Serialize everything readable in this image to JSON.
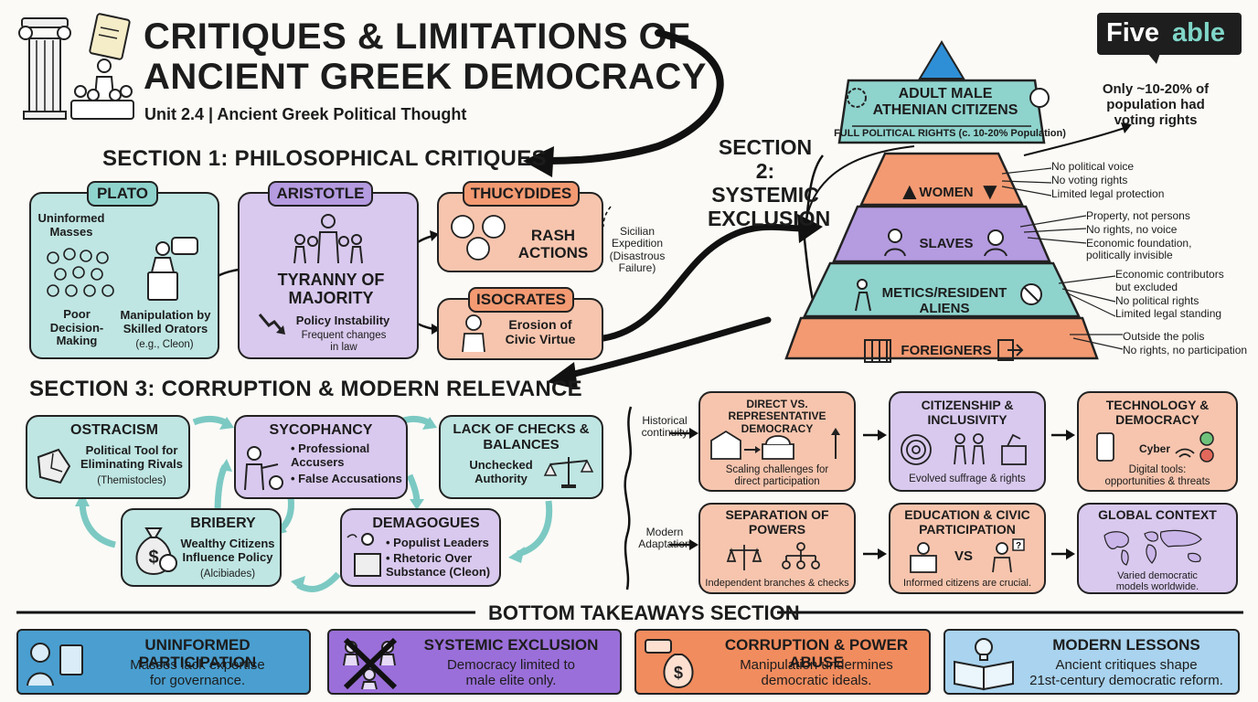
{
  "header": {
    "title_line1": "CRITIQUES & LIMITATIONS OF",
    "title_line2": "ANCIENT GREEK DEMOCRACY",
    "subtitle": "Unit 2.4 | Ancient Greek Political Thought",
    "logo_text_a": "Five",
    "logo_text_b": "able"
  },
  "section1": {
    "title": "SECTION 1: PHILOSOPHICAL CRITIQUES",
    "plato": {
      "tag": "PLATO",
      "masses": "Uninformed\nMasses",
      "poor": "Poor\nDecision-\nMaking",
      "manip": "Manipulation by\nSkilled Orators",
      "example": "(e.g., Cleon)"
    },
    "aristotle": {
      "tag": "ARISTOTLE",
      "tyranny": "TYRANNY OF\nMAJORITY",
      "policy": "Policy Instability",
      "frequent": "Frequent changes\nin law"
    },
    "thucydides": {
      "tag": "THUCYDIDES",
      "rash": "RASH\nACTIONS",
      "sicilian": "Sicilian\nExpedition\n(Disastrous\nFailure)"
    },
    "isocrates": {
      "tag": "ISOCRATES",
      "erosion": "Erosion of\nCivic Virtue"
    }
  },
  "section2": {
    "title": "SECTION 2:\nSYSTEMIC\nEXCLUSION",
    "top_note": "Only ~10-20% of\npopulation had\nvoting rights",
    "citizens": {
      "label": "ADULT MALE\nATHENIAN CITIZENS",
      "sub": "FULL POLITICAL RIGHTS (c. 10-20% Population)"
    },
    "women": {
      "label": "WOMEN",
      "notes": [
        "No political voice",
        "No voting rights",
        "Limited legal protection"
      ]
    },
    "slaves": {
      "label": "SLAVES",
      "notes": [
        "Property, not persons",
        "No rights, no voice",
        "Economic foundation,\npolitically invisible"
      ]
    },
    "metics": {
      "label": "METICS/RESIDENT\nALIENS",
      "notes": [
        "Economic contributors\nbut excluded",
        "No political rights",
        "Limited legal standing"
      ]
    },
    "foreigners": {
      "label": "FOREIGNERS",
      "notes": [
        "Outside the polis",
        "No rights, no participation"
      ]
    }
  },
  "section3": {
    "title": "SECTION 3: CORRUPTION & MODERN RELEVANCE",
    "ostracism": {
      "title": "OSTRACISM",
      "desc": "Political Tool for\nEliminating Rivals",
      "ex": "(Themistocles)"
    },
    "sycophancy": {
      "title": "SYCOPHANCY",
      "items": [
        "• Professional\n  Accusers",
        "• False Accusations"
      ]
    },
    "checks": {
      "title": "LACK OF CHECKS &\nBALANCES",
      "desc": "Unchecked\nAuthority"
    },
    "bribery": {
      "title": "BRIBERY",
      "desc": "Wealthy Citizens\nInfluence Policy",
      "ex": "(Alcibiades)"
    },
    "demagogues": {
      "title": "DEMAGOGUES",
      "items": [
        "• Populist Leaders",
        "• Rhetoric Over\n  Substance (Cleon)"
      ]
    }
  },
  "modern": {
    "row1_label": "Historical\ncontinuity",
    "row2_label": "Modern\nAdaptation",
    "direct": {
      "title": "DIRECT VS. REPRESENTATIVE\nDEMOCRACY",
      "desc": "Scaling challenges for\ndirect participation"
    },
    "citizenship": {
      "title": "CITIZENSHIP &\nINCLUSIVITY",
      "desc": "Evolved suffrage & rights"
    },
    "technology": {
      "title": "TECHNOLOGY &\nDEMOCRACY",
      "cyber": "Cyber",
      "desc": "Digital tools:\nopportunities & threats"
    },
    "separation": {
      "title": "SEPARATION OF\nPOWERS",
      "desc": "Independent branches & checks"
    },
    "education": {
      "title": "EDUCATION & CIVIC\nPARTICIPATION",
      "vs": "VS",
      "desc": "Informed citizens are crucial."
    },
    "global": {
      "title": "GLOBAL CONTEXT",
      "desc": "Varied democratic\nmodels worldwide."
    }
  },
  "bottom": {
    "title": "BOTTOM TAKEAWAYS SECTION",
    "cards": [
      {
        "title": "UNINFORMED PARTICIPATION",
        "desc": "Masses lack expertise\nfor governance."
      },
      {
        "title": "SYSTEMIC EXCLUSION",
        "desc": "Democracy limited to\nmale elite only."
      },
      {
        "title": "CORRUPTION & POWER ABUSE",
        "desc": "Manipulation undermines\ndemocratic ideals."
      },
      {
        "title": "MODERN LESSONS",
        "desc": "Ancient critiques shape\n21st-century democratic reform."
      }
    ]
  },
  "colors": {
    "teal": "#bfe6e3",
    "purple": "#d9c9ee",
    "salmon": "#f7c5ae",
    "blue_card": "#4a9fd0",
    "violet_card": "#9a6fd9",
    "orange_card": "#f18c5e",
    "lightblue_card": "#a9d3ee",
    "logo_bg": "#1e1e1e",
    "logo_accent": "#7fd6c8",
    "pyramid_tip": "#2f8fd6"
  }
}
